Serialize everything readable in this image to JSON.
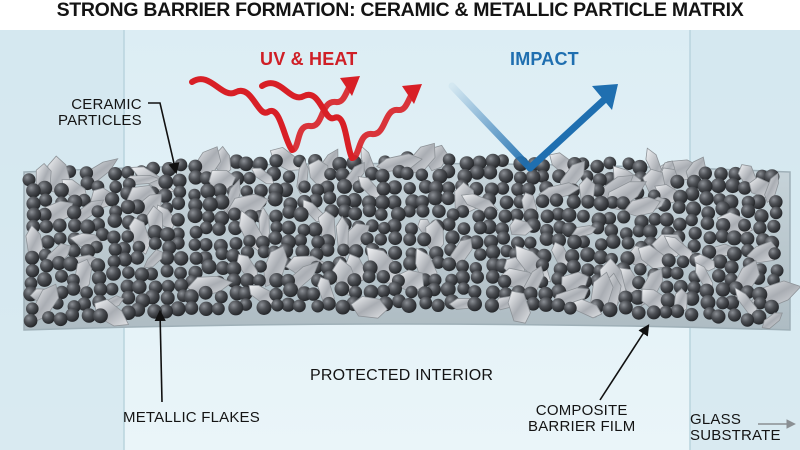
{
  "title": "STRONG BARRIER FORMATION: CERAMIC & METALLIC PARTICLE MATRIX",
  "labels": {
    "uv_heat": "UV & HEAT",
    "impact": "IMPACT",
    "ceramic": [
      "CERAMIC",
      "PARTICLES"
    ],
    "protected_interior": "PROTECTED INTERIOR",
    "metallic_flakes": "METALLIC FLAKES",
    "composite": [
      "COMPOSITE",
      "BARRIER FILM"
    ],
    "glass": [
      "GLASS",
      "SUBSTRATE"
    ]
  },
  "colors": {
    "uv_heat": "#d81f26",
    "impact": "#1f6fb0",
    "glass": "#cfe8f1",
    "particle": "#4a4d52",
    "flake": "#c9ccd1",
    "text": "#141414"
  }
}
